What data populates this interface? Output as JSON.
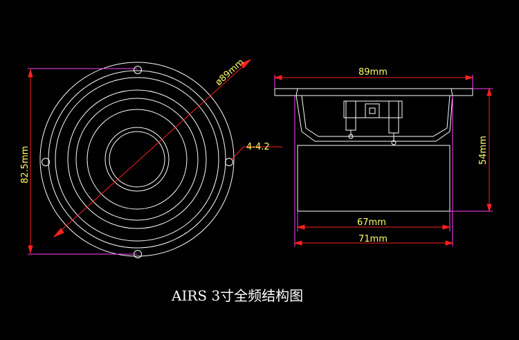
{
  "caption": "AIRS  3寸全频结构图",
  "front_view": {
    "diameter_label": "ø89mm",
    "height_label": "82.5mm",
    "hole_label": "4-4.2"
  },
  "side_view": {
    "top_width_label": "89mm",
    "depth_label": "54mm",
    "magnet_width_label": "67mm",
    "body_width_label": "71mm"
  },
  "colors": {
    "background": "#000000",
    "outline": "#ffffff",
    "red_dim": "#ff2020",
    "magenta_dim": "#ff40ff",
    "text": "#ffff66"
  }
}
